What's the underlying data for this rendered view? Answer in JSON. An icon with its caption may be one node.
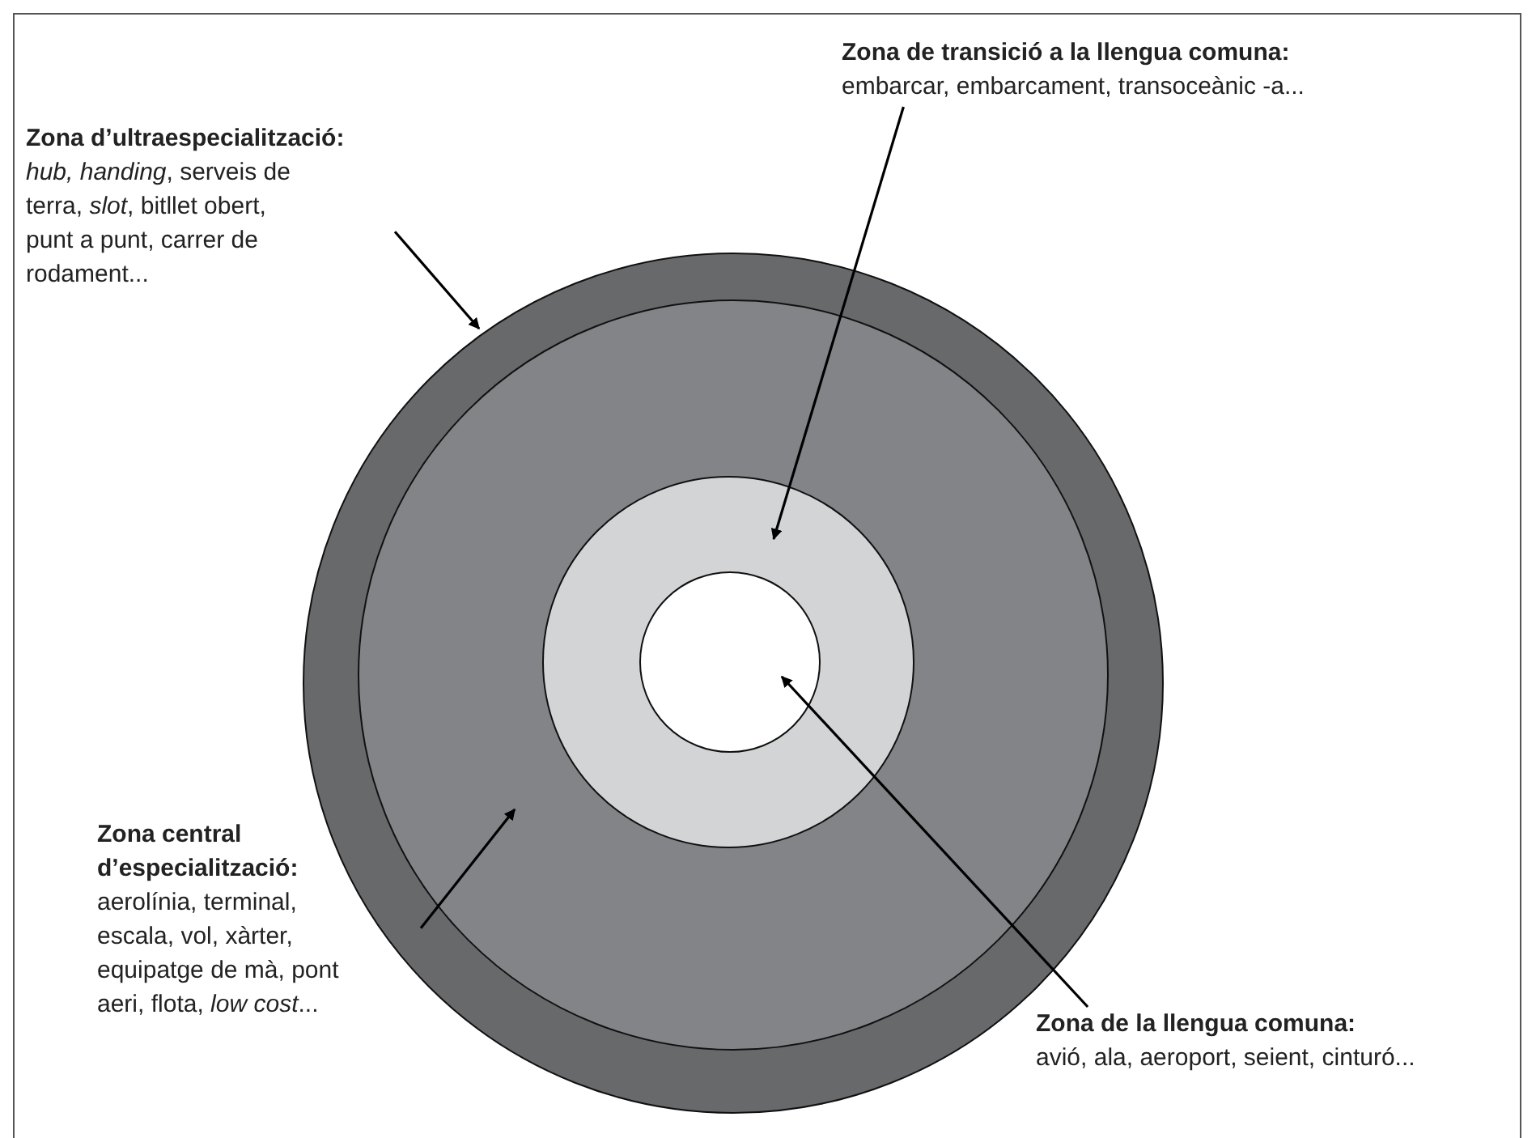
{
  "diagram": {
    "nodes": [
      {
        "text": [
          "Zona de transició a la llengua comuna:",
          "embarcar, embarcament, transoceànic -a..."
        ]
      },
      {
        "text": [
          "Zona d’ultraespecialització:",
          "*hub, handing*, serveis de terra, *slot*, bitllet obert, punt a punt, carrer de rodament..."
        ]
      },
      {
        "text": [],
        "shape": "circle"
      },
      {
        "text": [],
        "shape": "circle",
        "in": 2
      },
      {
        "text": [],
        "shape": "circle",
        "in": 3
      },
      {
        "text": [],
        "shape": "circle",
        "in": 4
      },
      {
        "text": [
          "Zona central d’especialització:",
          "aerolínia, terminal, escala, vol, xàrter, equipatge de mà, pont aeri, flota, *low cost*..."
        ]
      },
      {
        "text": [
          "Zona de la llengua comuna:",
          "avió, ala, aeroport, seient, cinturó..."
        ]
      }
    ],
    "edges": [
      {
        "from": 1,
        "to": 2,
        "arrow": "to"
      },
      {
        "from": 0,
        "to": 4,
        "arrow": "to"
      },
      {
        "from": 6,
        "to": 3,
        "arrow": "to"
      },
      {
        "from": 7,
        "to": 5,
        "arrow": "to"
      }
    ]
  }
}
